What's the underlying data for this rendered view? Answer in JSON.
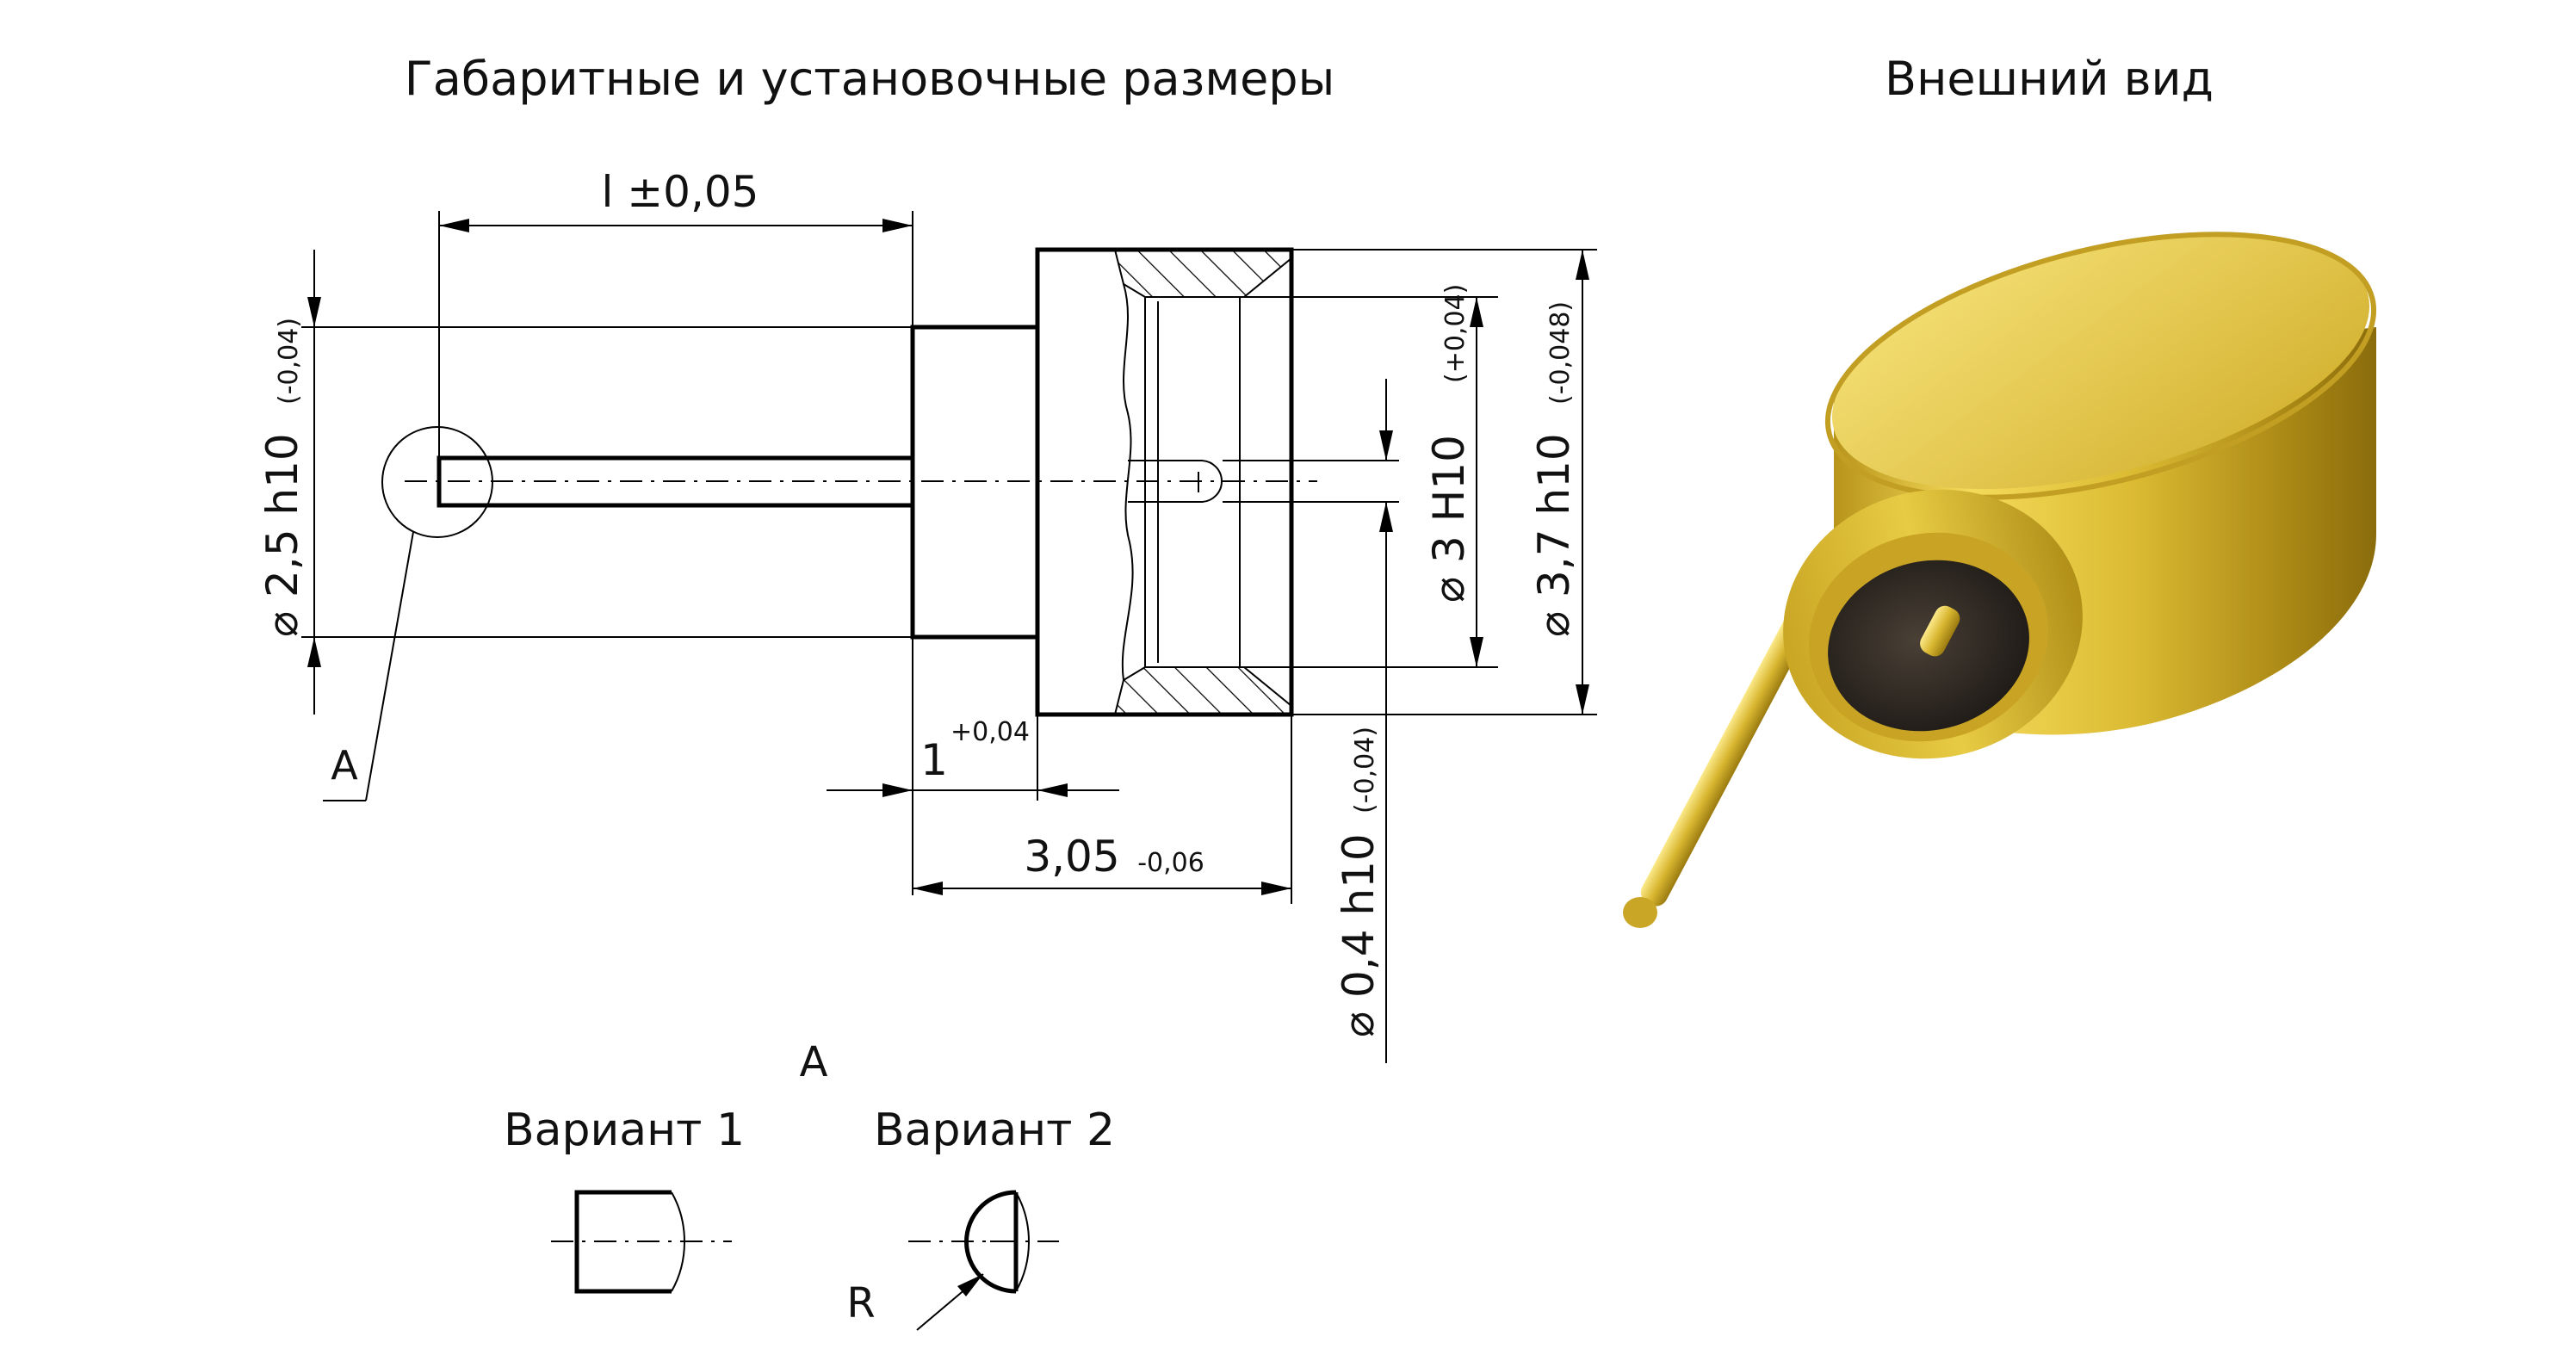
{
  "captions": {
    "left_title": "Габаритные и установочные размеры",
    "right_title": "Внешний вид"
  },
  "dimensions": {
    "length": "l ±0,05",
    "dia_25_main": "⌀ 2,5 h10",
    "dia_25_tol": "(-0,04)",
    "dia_3_main": "⌀ 3 H10",
    "dia_3_tol": "(+0,04)",
    "dia_37_main": "⌀ 3,7 h10",
    "dia_37_tol": "(-0,048)",
    "one_main": "1",
    "one_tol": "+0,04",
    "len_305_main": "3,05",
    "len_305_tol": "-0,06",
    "dia_04_main": "⌀ 0,4 h10",
    "dia_04_tol": "(-0,04)"
  },
  "detail": {
    "view_label": "A",
    "leader_label": "A",
    "variant1": "Вариант 1",
    "variant2": "Вариант 2",
    "radius_label": "R"
  },
  "colors": {
    "gold_light": "#f2d651",
    "gold_mid": "#d4b22a",
    "gold_dark": "#9c7d12",
    "hole_dark": "#2a2520"
  }
}
